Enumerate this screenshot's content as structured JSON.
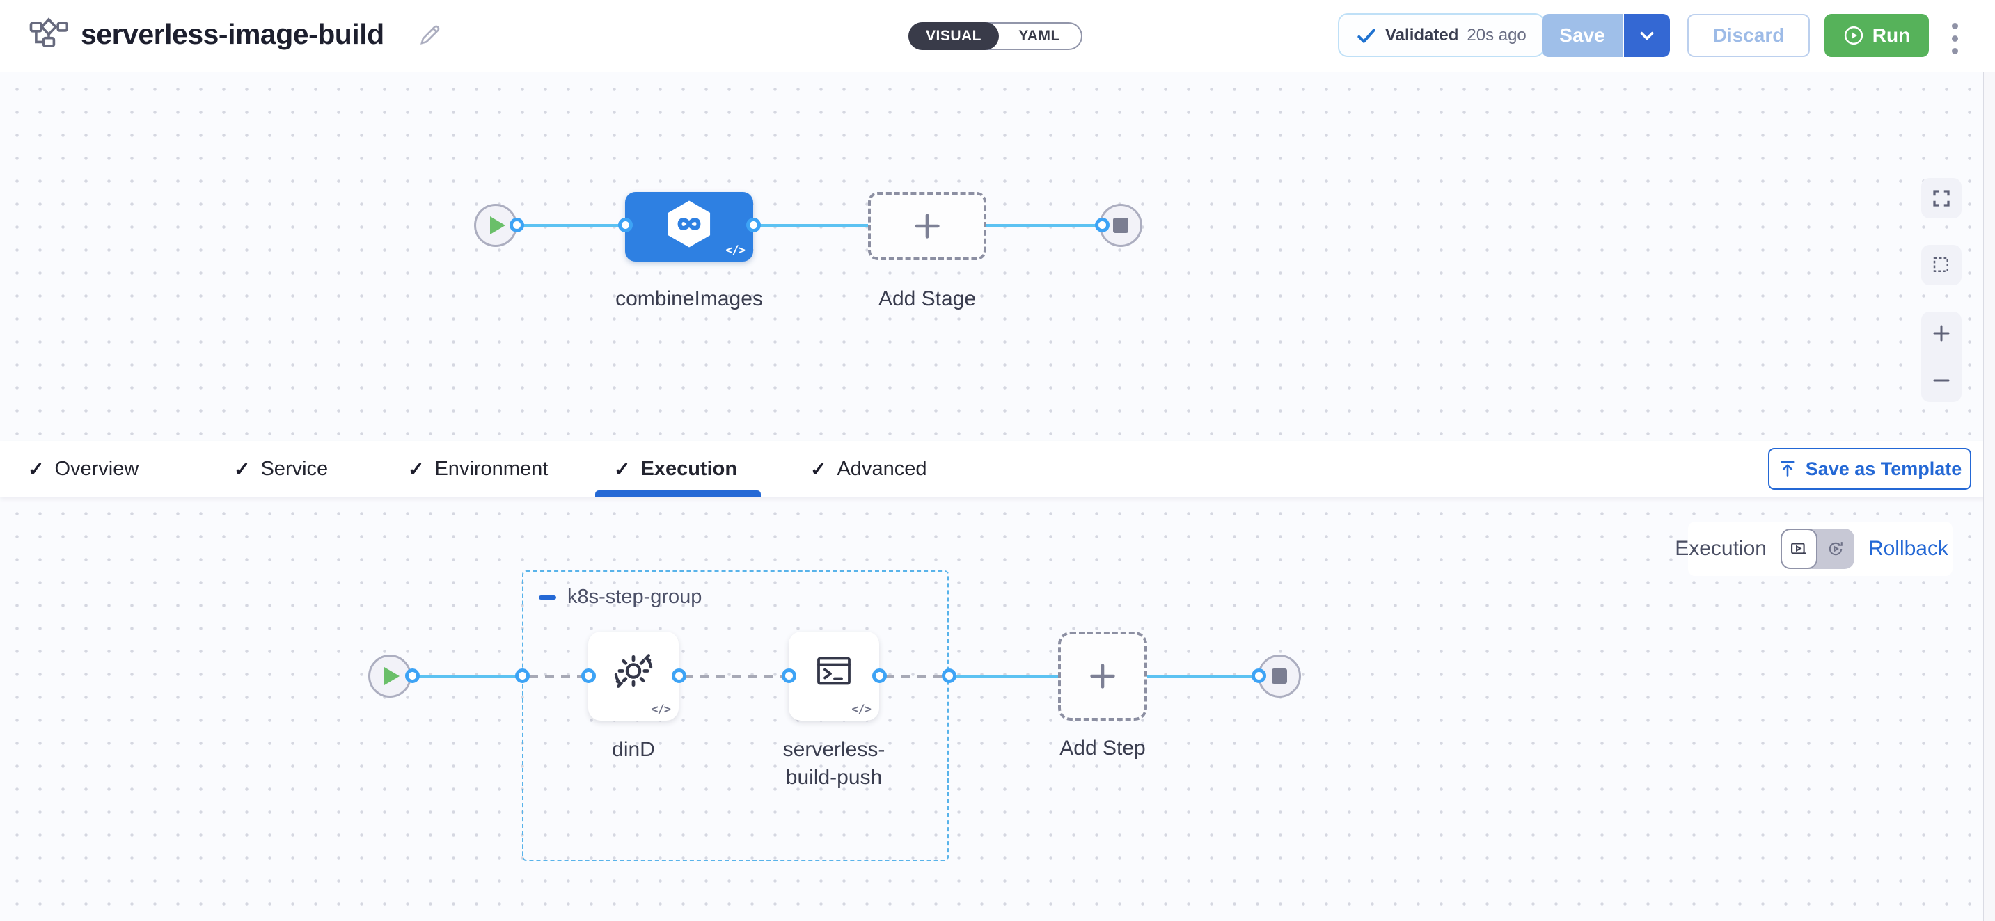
{
  "header": {
    "pipeline_title": "serverless-image-build",
    "mode_visual": "VISUAL",
    "mode_yaml": "YAML",
    "validated_label": "Validated",
    "validated_time": "20s ago",
    "save": "Save",
    "discard": "Discard",
    "run": "Run"
  },
  "stages": {
    "stage_name": "combineImages",
    "add_stage": "Add Stage"
  },
  "tabs": {
    "items": [
      {
        "label": "Overview"
      },
      {
        "label": "Service"
      },
      {
        "label": "Environment"
      },
      {
        "label": "Execution"
      },
      {
        "label": "Advanced"
      }
    ],
    "active": "Execution",
    "check_glyph": "✓",
    "save_as_template": "Save as Template"
  },
  "execution": {
    "panel_label": "Execution",
    "rollback": "Rollback",
    "group_name": "k8s-step-group",
    "steps": [
      {
        "name": "dinD"
      },
      {
        "name": "serverless-build-push"
      }
    ],
    "add_step": "Add Step"
  },
  "misc": {
    "code_mark": "</>"
  },
  "colors": {
    "accent_blue": "#2468d5",
    "stage_blue": "#2e80e2",
    "run_green": "#56b25a",
    "port_blue": "#3da3f5",
    "line_blue": "#5cc2f2",
    "group_dash_blue": "#58b3ea",
    "toggle_dark": "#393b49"
  }
}
